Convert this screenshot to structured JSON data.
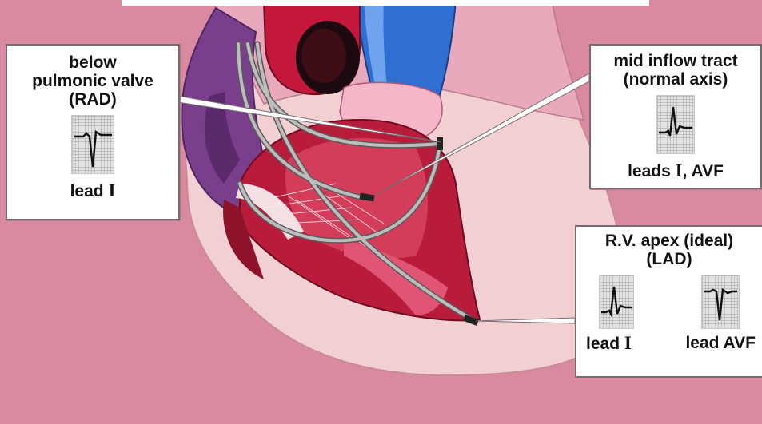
{
  "colors": {
    "background": "#d98aa0",
    "myocardium": "#f5d6d6",
    "muscle": "#b81c3a",
    "aorta": "#c4173a",
    "vena_cava": "#2f6fd1",
    "atrium": "#7a3f8c",
    "lead_wire": "#9a9a9a"
  },
  "callouts": {
    "rad": {
      "title": "below\npulmonic valve\n(RAD)",
      "lead_label_prefix": "lead ",
      "lead_label_numeral": "I",
      "ecg": "negative-qrs"
    },
    "normal": {
      "title": "mid inflow tract\n(normal axis)",
      "lead_label_prefix": "leads ",
      "lead_label_numeral": "I",
      "lead_label_suffix": ", AVF",
      "ecg": "positive-qrs"
    },
    "lad": {
      "title": "R.V. apex (ideal)\n(LAD)",
      "lead1_prefix": "lead ",
      "lead1_numeral": "I",
      "lead2": "lead AVF",
      "ecg_left": "positive-qrs",
      "ecg_right": "negative-qrs"
    }
  }
}
